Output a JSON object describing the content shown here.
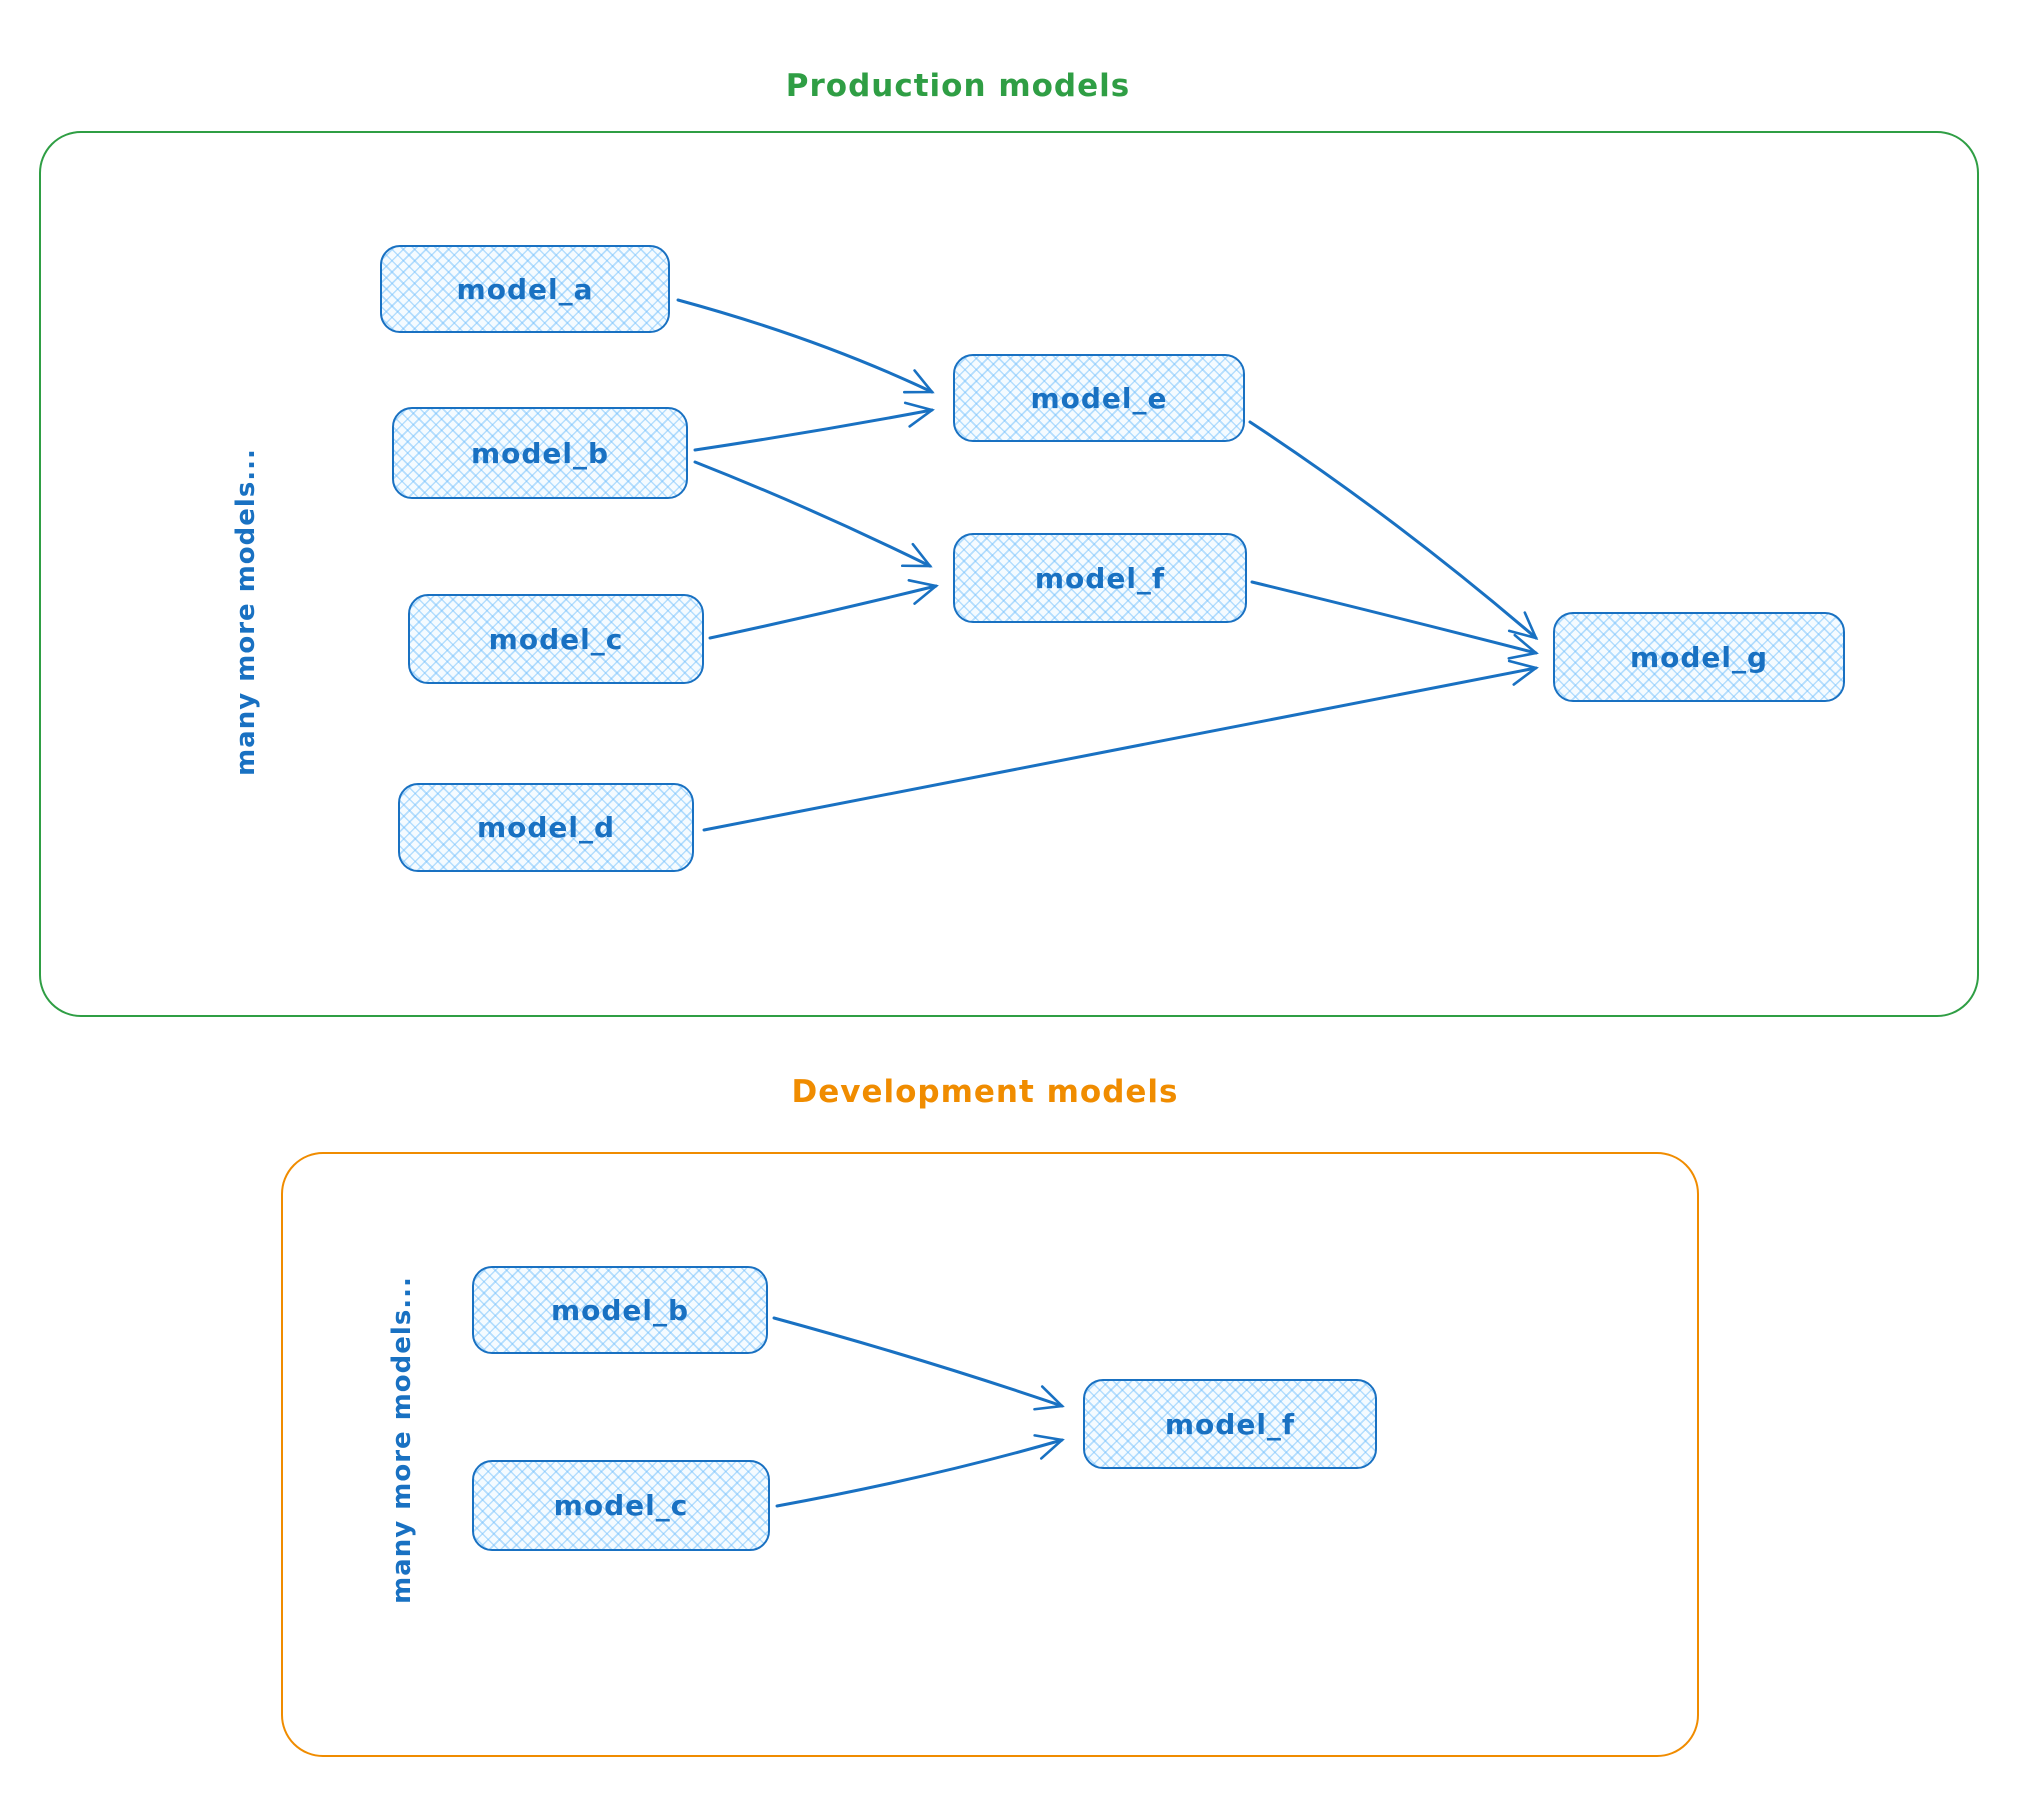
{
  "diagram": {
    "style": {
      "node_stroke_color": "#1971c2",
      "node_fill_color": "#d5eaff",
      "node_text_color": "#1971c2",
      "production_accent": "#2f9e44",
      "development_accent": "#f08c00",
      "arrow_color": "#1971c2"
    },
    "production": {
      "title": "Production models",
      "side_label": "many more models...",
      "nodes": [
        {
          "id": "model_a",
          "label": "model_a"
        },
        {
          "id": "model_b",
          "label": "model_b"
        },
        {
          "id": "model_c",
          "label": "model_c"
        },
        {
          "id": "model_d",
          "label": "model_d"
        },
        {
          "id": "model_e",
          "label": "model_e"
        },
        {
          "id": "model_f",
          "label": "model_f"
        },
        {
          "id": "model_g",
          "label": "model_g"
        }
      ],
      "edges": [
        {
          "from": "model_a",
          "to": "model_e"
        },
        {
          "from": "model_b",
          "to": "model_e"
        },
        {
          "from": "model_b",
          "to": "model_f"
        },
        {
          "from": "model_c",
          "to": "model_f"
        },
        {
          "from": "model_e",
          "to": "model_g"
        },
        {
          "from": "model_f",
          "to": "model_g"
        },
        {
          "from": "model_d",
          "to": "model_g"
        }
      ]
    },
    "development": {
      "title": "Development models",
      "side_label": "many more models...",
      "nodes": [
        {
          "id": "model_b",
          "label": "model_b"
        },
        {
          "id": "model_c",
          "label": "model_c"
        },
        {
          "id": "model_f",
          "label": "model_f"
        }
      ],
      "edges": [
        {
          "from": "model_b",
          "to": "model_f"
        },
        {
          "from": "model_c",
          "to": "model_f"
        }
      ]
    }
  }
}
